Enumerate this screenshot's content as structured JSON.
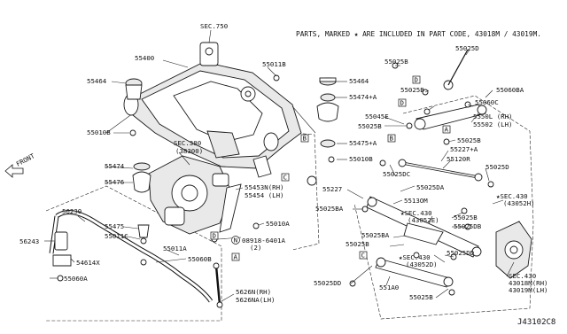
{
  "note": "PARTS, MARKED ★ ARE INCLUDED IN PART CODE, 43018M / 43019M.",
  "front_label": "FRONT",
  "reference_code": "J43102C8",
  "labels": {
    "sec750": "SEC.750",
    "p55400": "55400",
    "p55464_left": "55464",
    "p55011b": "55011B",
    "p55010b_left": "55010B",
    "sec380": "SEC.380",
    "sec380_sub": "(38300)",
    "p55474": "55474",
    "p55476": "55476",
    "p56230": "56230",
    "p56243": "56243",
    "p54614x": "54614X",
    "p55060a": "55060A",
    "p55475_left": "55475",
    "p55011c": "55011C",
    "p55011a": "55011A",
    "p55060b": "55060B",
    "p55453n": "55453N(RH)",
    "p55454": "55454  (LH)",
    "p55010a": "55010A",
    "p08918": "08918-6401A",
    "p08918_qty": "(2)",
    "p5626n": "5626N(RH)",
    "p5626na": "5626NA(LH)",
    "p55464_mid": "55464",
    "p55474a": "55474+A",
    "p55475a": "55475+A",
    "p55010b_mid": "55010B",
    "p55045e": "55045E",
    "p55025b_a": "55025B",
    "p55025b_b": "55025B",
    "p55025d_top": "55025D",
    "p55025b_top": "55025B",
    "p55060ba": "55060BA",
    "p55060c": "55060C",
    "p5550l": "5550L (RH)",
    "p55502": "55502 (LH)",
    "p55025b_c": "55025B",
    "p55227a": "55227+A",
    "p55025dc": "55025DC",
    "p55120r": "55120R",
    "p55025d_right": "55025D",
    "p55227": "55227",
    "p55025da": "55025DA",
    "p5513om": "5513OM",
    "p55025ba_left": "55025BA",
    "sec430a": "★SEC.430",
    "sec430a_sub": "(43052E)",
    "sec430b": "★SEC.430",
    "sec430b_sub": "(43052H)",
    "p55025ba_mid": "55025BA",
    "p55025b_d": "55025B",
    "sec430c": "★SEC.430",
    "sec430c_sub": "(43052D)",
    "p55025b_e": "55025B",
    "p55025db": "55025DB",
    "p55025dd_mid": "55025DD",
    "p55025dd_left": "55025DD",
    "p551a0": "551A0",
    "p55025b_f": "55025B",
    "sec430d": "SEC.430",
    "sec430d_rh": "43018M(RH)",
    "sec430d_lh": "43019M(LH)"
  },
  "callouts": {
    "a": "A",
    "b": "B",
    "c": "C",
    "d": "D",
    "n": "N"
  }
}
